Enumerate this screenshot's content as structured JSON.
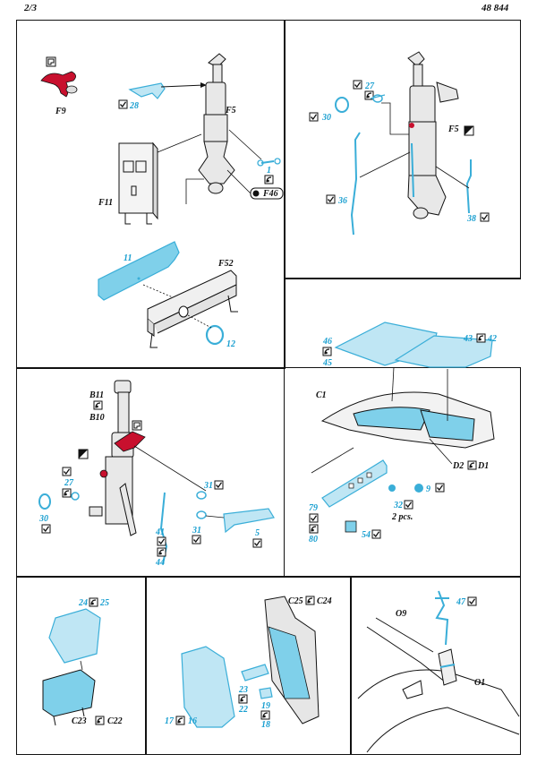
{
  "header": {
    "page": "2/3",
    "code": "48 844"
  },
  "colors": {
    "etch_blue": "#3aaed8",
    "etch_fill": "#7fd0ea",
    "part_red": "#c8102e",
    "line": "#111111"
  },
  "symbols": {
    "check": "check-box-icon",
    "fold": "fold-box-icon",
    "paint": "paint-red-icon",
    "replace": "black-triangle-icon"
  },
  "labels": {
    "p1": {
      "f9": "F9",
      "n28": "28",
      "f5": "F5",
      "n1": "1",
      "f46": "F46",
      "f11": "F11",
      "n11": "11",
      "f52": "F52",
      "n12": "12"
    },
    "p2": {
      "n27": "27",
      "n30": "30",
      "f5": "F5",
      "n36": "36",
      "n38": "38"
    },
    "p3": {
      "b11": "B11",
      "b10": "B10",
      "n27": "27",
      "n30": "30",
      "n31a": "31",
      "n31b": "31",
      "n5": "5",
      "n41": "41",
      "n44": "44"
    },
    "p4": {
      "n46": "46",
      "n45": "45",
      "n43": "43",
      "n42": "42",
      "c1": "C1",
      "d2": "D2",
      "d1": "D1",
      "n9": "9",
      "n32": "32",
      "pcs": "2 pcs.",
      "n79": "79",
      "n80": "80",
      "n54": "54"
    },
    "p5": {
      "n24": "24",
      "n25": "25",
      "c23": "C23",
      "c22": "C22"
    },
    "p6": {
      "c25": "C25",
      "c24": "C24",
      "n23": "23",
      "n22": "22",
      "n19": "19",
      "n18": "18",
      "n17": "17",
      "n16": "16"
    },
    "p7": {
      "o9": "O9",
      "n47": "47",
      "o1": "O1"
    }
  }
}
